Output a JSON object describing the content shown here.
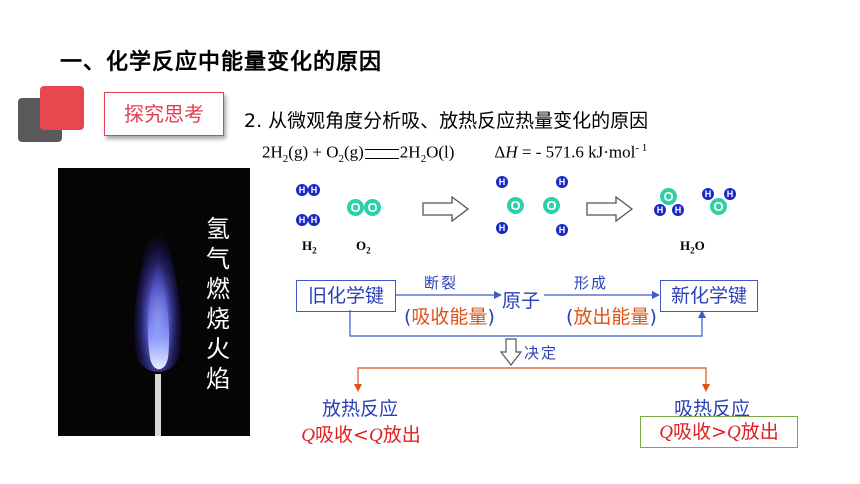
{
  "title": "一、化学反应中能量变化的原因",
  "badge": "探究思考",
  "subtitle": "2. 从微观角度分析吸、放热反应热量变化的原因",
  "equation": {
    "reactant1": "2H",
    "r1_sub": "2",
    "r1_state": "(g) + O",
    "r2_sub": "2",
    "r2_state": "(g)",
    "product": "2H",
    "p_sub": "2",
    "p_state": "O(l)",
    "delta": "Δ",
    "H": "H",
    "value": " =  - 571.6 kJ·mol",
    "exp": "- 1"
  },
  "flame_caption": [
    "氢",
    "气",
    "燃",
    "烧",
    "火",
    "焰"
  ],
  "molecules": {
    "h_label": "H",
    "o_label": "O",
    "h2_label": "H",
    "h2_sub": "2",
    "o2_label": "O",
    "o2_sub": "2",
    "h2o_label": "H",
    "h2o_sub": "2",
    "h2o_tail": "O"
  },
  "flow": {
    "old_bonds": "旧化学键",
    "break_label": "断裂",
    "absorb_label": "吸收能量",
    "atoms": "原子",
    "form_label": "形成",
    "release_label": "放出能量",
    "new_bonds": "新化学键",
    "decide_label": "决定",
    "paren_open": "(",
    "paren_close": ")"
  },
  "results": {
    "exo_title": "放热反应",
    "exo_q1": "Q",
    "exo_mid": "吸收<",
    "exo_q2": "Q",
    "exo_tail": "放出",
    "endo_title": "吸热反应",
    "endo_q1": "Q",
    "endo_mid": "吸收>",
    "endo_q2": "Q",
    "endo_tail": "放出"
  },
  "colors": {
    "accent_red": "#e8474f",
    "blue_text": "#2a40b8",
    "orange_text": "#e0521a",
    "hydrogen": "#1a28c8",
    "oxygen": "#2dd1a8"
  }
}
